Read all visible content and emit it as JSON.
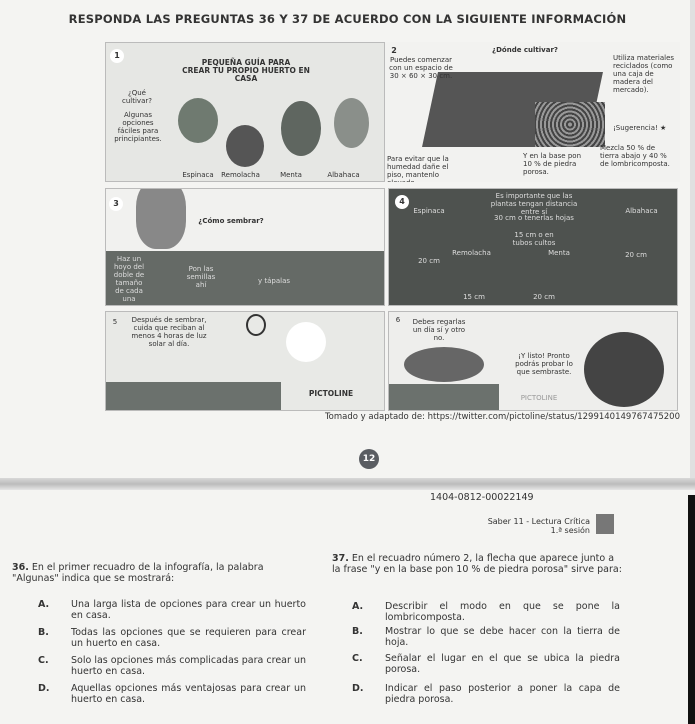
{
  "header": "RESPONDA LAS PREGUNTAS 36 Y 37 DE ACUERDO CON LA SIGUIENTE INFORMACIÓN",
  "infographic": {
    "panel1": {
      "number": "1",
      "title": [
        "PEQUEÑA GUÍA PARA",
        "CREAR TU PROPIO HUERTO EN CASA"
      ],
      "question": "¿Qué cultivar?",
      "subtitle": "Algunas opciones fáciles para principiantes.",
      "plants": [
        "Espinaca",
        "Remolacha",
        "Menta",
        "Albahaca"
      ]
    },
    "panel2": {
      "number": "2",
      "title": "¿Dónde cultivar?",
      "space": "Puedes comenzar con un espacio de 30 × 60 × 30 cm.",
      "materials": "Utiliza materiales reciclados (como una caja de madera del mercado).",
      "suggestion": "¡Sugerencia! ★",
      "mix": "Mezcla 50 % de tierra abajo y 40 % de lombricomposta.",
      "humidity": "Para evitar que la humedad dañe el piso, mantenlo elevado.",
      "base": "Y en la base pon 10 % de piedra porosa."
    },
    "panel3": {
      "number": "3",
      "title": "¿Cómo sembrar?",
      "step1": "Haz un hoyo del doble de tamaño de cada una",
      "step2": "Pon las semillas ahí",
      "step3": "y tápalas"
    },
    "panel4": {
      "number": "4",
      "title": "Es importante que las plantas tengan distancia entre sí",
      "spinach": "Espinaca",
      "basil": "Albahaca",
      "beet": "Remolacha",
      "mint": "Menta",
      "d1": "30 cm o tenerlas hojas",
      "d2": "15 cm o en tubos cultos",
      "s1": "20 cm",
      "s2": "20 cm",
      "s3": "15 cm",
      "s4": "20 cm"
    },
    "panel5": {
      "number": "5",
      "text": "Después de sembrar, cuida que reciban al menos 4 horas de luz solar al día.",
      "footer": "PICTOLINE"
    },
    "panel6": {
      "number": "6",
      "water": "Debes regarlas un día sí y otro no.",
      "done": "¡Y listo! Pronto podrás probar lo que sembraste.",
      "footer": "PICTOLINE"
    },
    "source": "Tomado y adaptado de: https://twitter.com/pictoline/status/1299140149767475200"
  },
  "page_number": "12",
  "code": "1404-0812-00022149",
  "exam": {
    "name": "Saber 11 - Lectura Crítica",
    "session": "1.ª sesión"
  },
  "q36": {
    "number": "36.",
    "text": "En el primer recuadro de la infografía, la palabra \"Algunas\" indica que se mostrará:",
    "options": [
      {
        "l": "A.",
        "t": "Una larga lista de opciones para crear un huerto en casa."
      },
      {
        "l": "B.",
        "t": "Todas las opciones que se requieren para crear un huerto en casa."
      },
      {
        "l": "C.",
        "t": "Solo las opciones más complicadas para crear un huerto en casa."
      },
      {
        "l": "D.",
        "t": "Aquellas opciones más ventajosas para crear un huerto en casa."
      }
    ]
  },
  "q37": {
    "number": "37.",
    "text": "En el recuadro número 2, la flecha que aparece junto a la frase \"y en la base pon 10 % de piedra porosa\" sirve para:",
    "options": [
      {
        "l": "A.",
        "t": "Describir el modo en que se pone la lombricomposta."
      },
      {
        "l": "B.",
        "t": "Mostrar lo que se debe hacer con la tierra de hoja."
      },
      {
        "l": "C.",
        "t": "Señalar el lugar en el que se ubica la piedra porosa."
      },
      {
        "l": "D.",
        "t": "Indicar el paso posterior a poner la capa de piedra porosa."
      }
    ]
  }
}
